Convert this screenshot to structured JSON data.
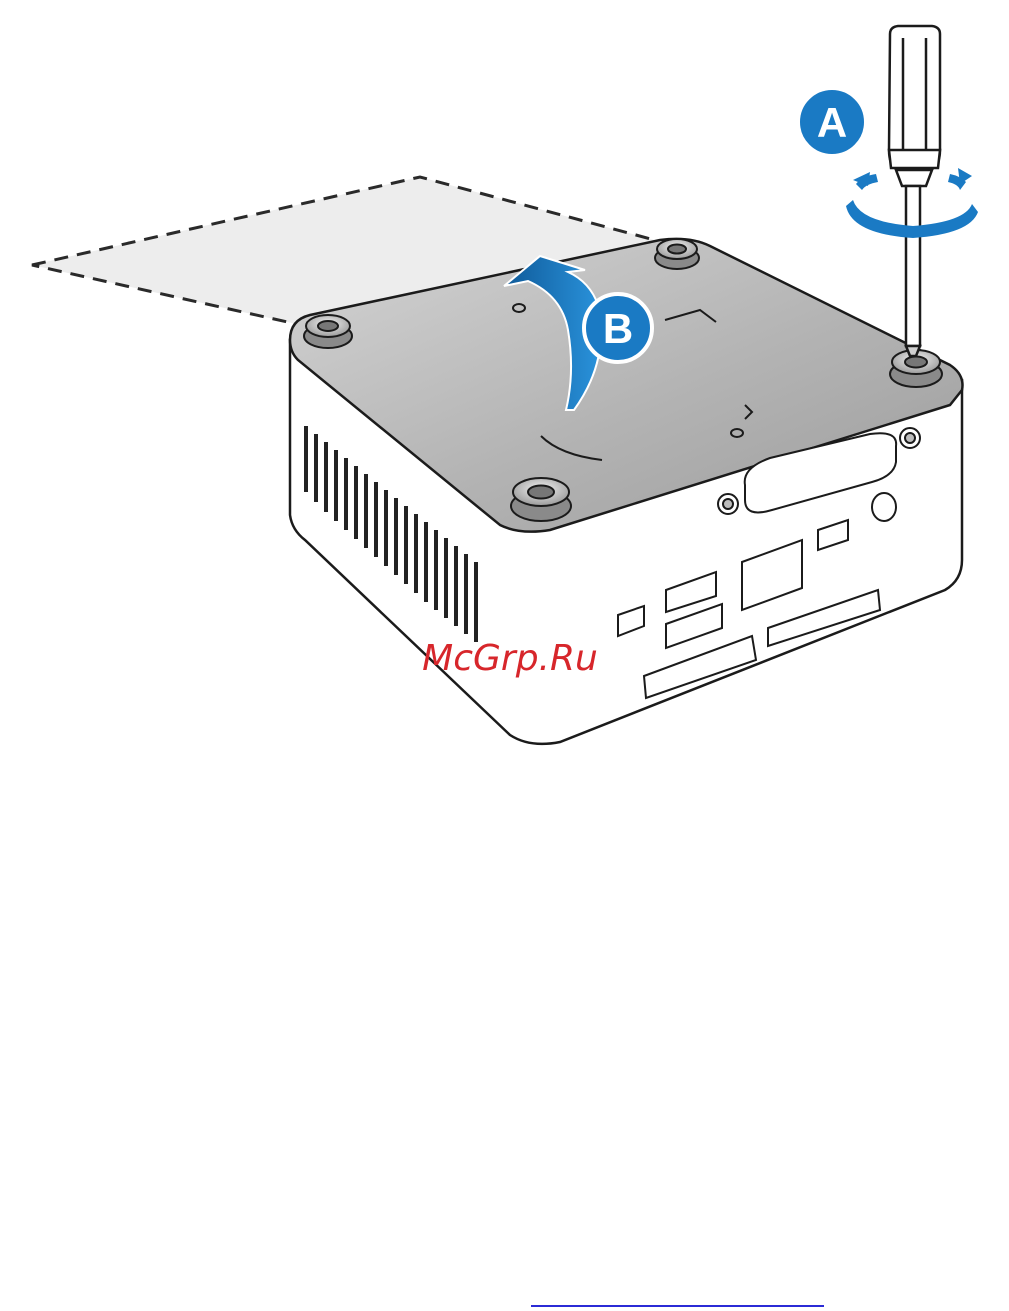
{
  "callouts": {
    "a": "A",
    "b": "B"
  },
  "watermark": "McGrp.Ru",
  "colors": {
    "callout_blue": "#1a7ac4",
    "watermark_red": "#d7262b",
    "link_blue": "#2b2bd6",
    "cover_gray": "#b9b9b9",
    "lid_dashed_fill": "#ececec",
    "outline": "#1b1b1b"
  },
  "icons": {
    "screwdriver": "screwdriver-icon",
    "rotate": "rotate-arrow-icon",
    "lift": "lift-arrow-icon"
  }
}
